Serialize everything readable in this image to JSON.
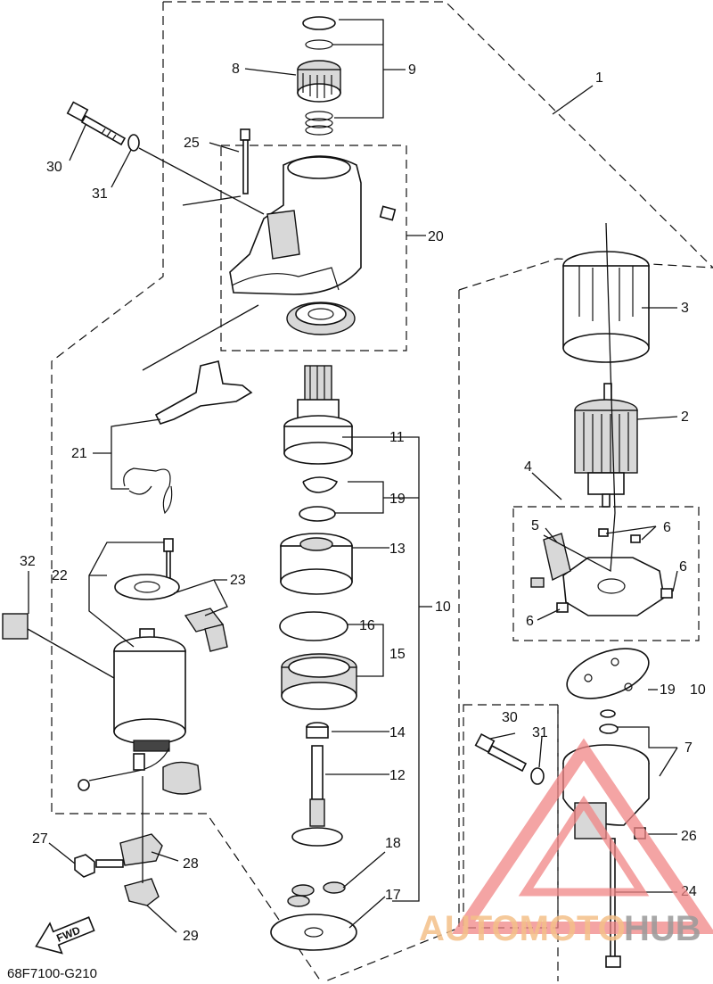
{
  "diagram": {
    "drawing_code": "68F7100-G210",
    "fwd_label": "FWD",
    "callouts": {
      "c1": "1",
      "c2": "2",
      "c3": "3",
      "c4": "4",
      "c5": "5",
      "c6a": "6",
      "c6b": "6",
      "c6c": "6",
      "c7": "7",
      "c8": "8",
      "c9": "9",
      "c10a": "10",
      "c10b": "19",
      "c10c": "10",
      "c11": "11",
      "c12": "12",
      "c13": "13",
      "c14": "14",
      "c15": "15",
      "c16": "16",
      "c17": "17",
      "c18": "18",
      "c19": "19",
      "c20": "20",
      "c21": "21",
      "c22": "22",
      "c23": "23",
      "c24": "24",
      "c25": "25",
      "c26": "26",
      "c27": "27",
      "c28": "28",
      "c29": "29",
      "c30a": "30",
      "c30b": "30",
      "c31a": "31",
      "c31b": "31",
      "c32": "32"
    },
    "watermark": {
      "word_a": "AUTOMOTO",
      "word_b": "HUB"
    }
  }
}
